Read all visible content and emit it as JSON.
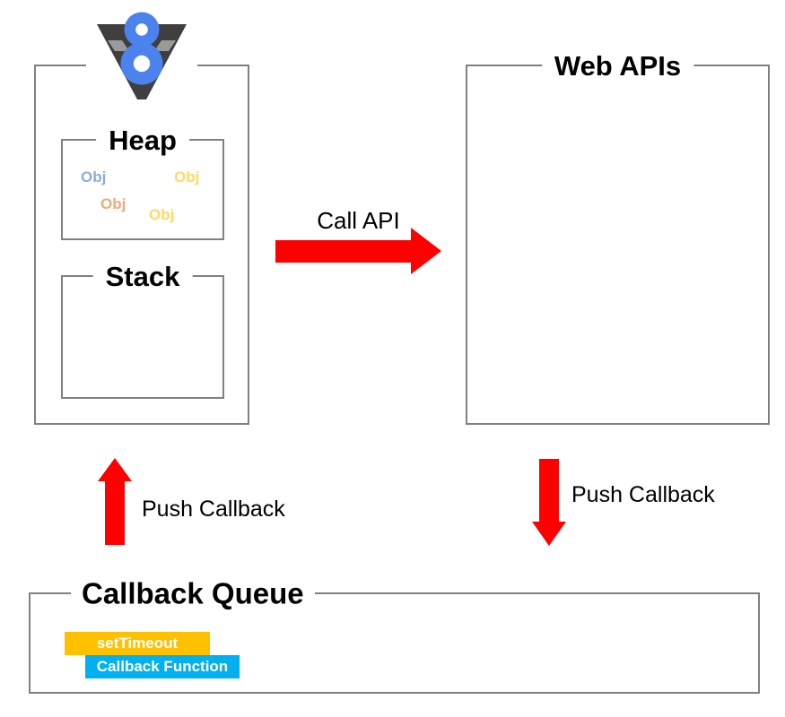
{
  "colors": {
    "box_border": "#808080",
    "arrow_red": "#ff0000",
    "v8_logo_blue": "#4b82ec",
    "v8_logo_dark": "#3f3f3f",
    "obj_blue": "#8faadc",
    "obj_yellow": "#ffd966",
    "obj_orange": "#f0a875",
    "settimeout_bg": "#ffc000",
    "callback_function_bg": "#00b0f0",
    "text": "#000000"
  },
  "v8_engine": {
    "heap": {
      "title": "Heap",
      "objects": [
        {
          "label": "Obj",
          "color": "#8faadc"
        },
        {
          "label": "Obj",
          "color": "#ffd966"
        },
        {
          "label": "Obj",
          "color": "#f0a875"
        },
        {
          "label": "Obj",
          "color": "#ffd966"
        }
      ]
    },
    "stack": {
      "title": "Stack"
    }
  },
  "web_apis": {
    "title": "Web APIs"
  },
  "callback_queue": {
    "title": "Callback Queue",
    "items": [
      {
        "label": "setTimeout",
        "color": "#ffc000"
      },
      {
        "label": "Callback Function",
        "color": "#00b0f0"
      }
    ]
  },
  "flows": {
    "call_api": {
      "label": "Call API",
      "direction": "right"
    },
    "push_callback_left": {
      "label": "Push Callback",
      "direction": "up"
    },
    "push_callback_right": {
      "label": "Push Callback",
      "direction": "down"
    }
  }
}
